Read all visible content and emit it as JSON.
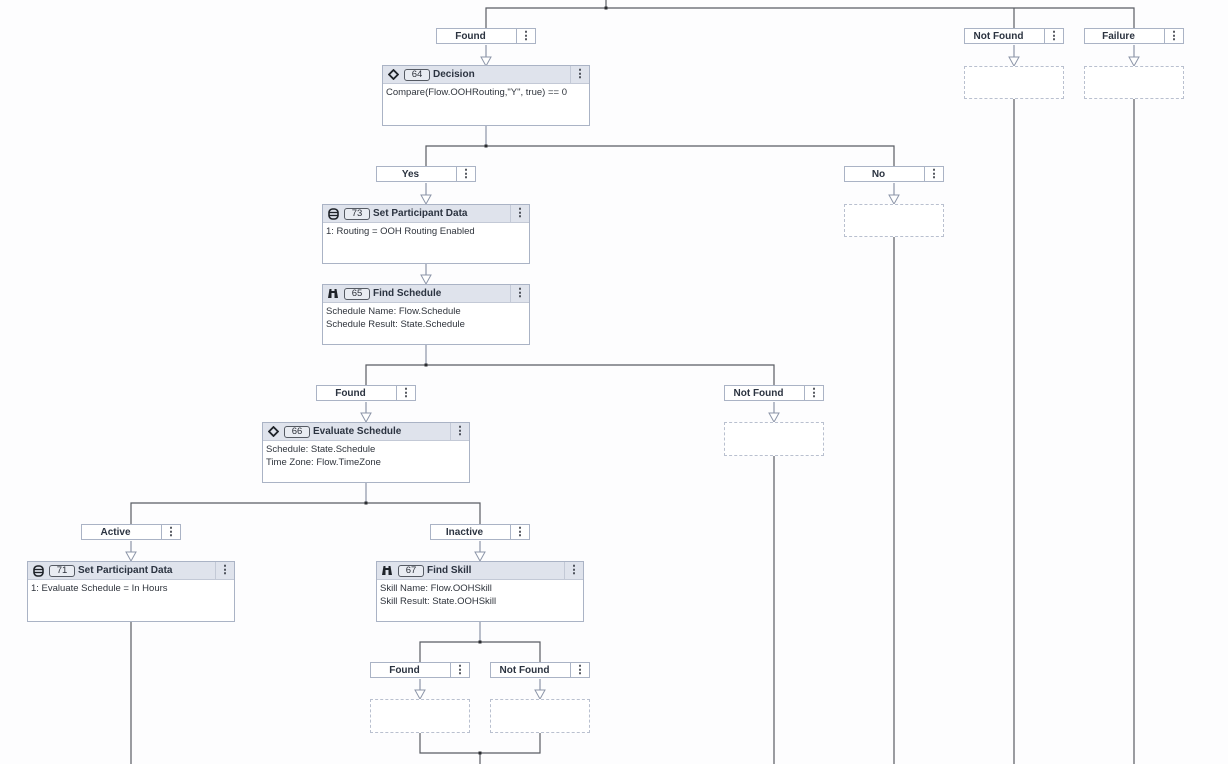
{
  "diagram": {
    "top_paths": [
      {
        "id": "p-found-top",
        "label": "Found"
      },
      {
        "id": "p-notfound-top",
        "label": "Not Found"
      },
      {
        "id": "p-failure-top",
        "label": "Failure"
      }
    ],
    "nodes": {
      "n64": {
        "number": "64",
        "title": "Decision",
        "icon": "diamond-icon",
        "lines": [
          "Compare(Flow.OOHRouting,\"Y\", true) == 0"
        ]
      },
      "n73": {
        "number": "73",
        "title": "Set Participant Data",
        "icon": "database-icon",
        "lines": [
          "1: Routing = OOH Routing Enabled"
        ]
      },
      "n65": {
        "number": "65",
        "title": "Find Schedule",
        "icon": "binoculars-icon",
        "lines": [
          "Schedule Name: Flow.Schedule",
          "Schedule Result: State.Schedule"
        ]
      },
      "n66": {
        "number": "66",
        "title": "Evaluate Schedule",
        "icon": "diamond-icon",
        "lines": [
          "Schedule: State.Schedule",
          "Time Zone: Flow.TimeZone"
        ]
      },
      "n71": {
        "number": "71",
        "title": "Set Participant Data",
        "icon": "database-icon",
        "lines": [
          "1: Evaluate Schedule = In Hours"
        ]
      },
      "n67": {
        "number": "67",
        "title": "Find Skill",
        "icon": "binoculars-icon",
        "lines": [
          "Skill Name: Flow.OOHSkill",
          "Skill Result: State.OOHSkill"
        ]
      }
    },
    "paths": {
      "yes": "Yes",
      "no": "No",
      "found65": "Found",
      "notfound65": "Not Found",
      "active": "Active",
      "inactive": "Inactive",
      "found67": "Found",
      "notfound67": "Not Found"
    },
    "menu_glyph": "⋮"
  }
}
